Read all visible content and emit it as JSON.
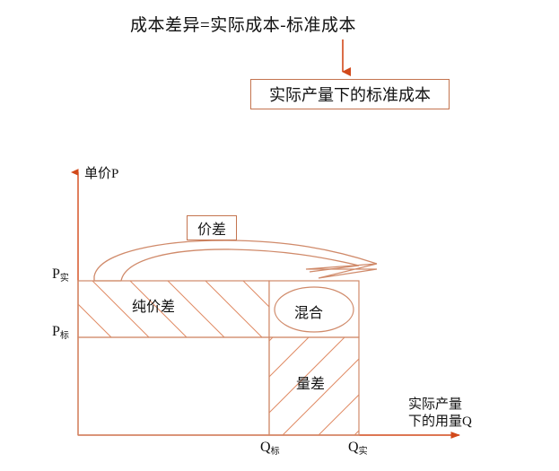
{
  "title": {
    "formula": "成本差异=实际成本-标准成本"
  },
  "standard_cost_box": {
    "label": "实际产量下的标准成本"
  },
  "callouts": {
    "price_variance": "价差"
  },
  "axes": {
    "y_label": "单价P",
    "x_label_line1": "实际产量",
    "x_label_line2": "下的用量Q",
    "y_ticks": [
      {
        "base": "P",
        "sub": "实"
      },
      {
        "base": "P",
        "sub": "标"
      }
    ],
    "x_ticks": [
      {
        "base": "Q",
        "sub": "标"
      },
      {
        "base": "Q",
        "sub": "实"
      }
    ]
  },
  "regions": {
    "pure_price_variance": "纯价差",
    "mixed": "混合",
    "quantity_variance": "量差"
  },
  "colors": {
    "arrow": "#d2491a",
    "line": "#d08a6a",
    "box_border": "#c4744f",
    "hatch": "#e08a63",
    "text": "#111111",
    "background": "#ffffff"
  },
  "chart_data": {
    "type": "diagram",
    "title": "成本差异=实际成本-标准成本",
    "xlabel": "实际产量下的用量Q",
    "ylabel": "单价P",
    "x_ticks": [
      "Q标",
      "Q实"
    ],
    "y_ticks": [
      "P标",
      "P实"
    ],
    "areas": [
      {
        "name": "纯价差",
        "x_range": [
          "0",
          "Q标"
        ],
        "y_range": [
          "P标",
          "P实"
        ],
        "hatch": "backslash"
      },
      {
        "name": "混合",
        "x_range": [
          "Q标",
          "Q实"
        ],
        "y_range": [
          "P标",
          "P实"
        ],
        "hatch": "none"
      },
      {
        "name": "量差",
        "x_range": [
          "Q标",
          "Q实"
        ],
        "y_range": [
          "0",
          "P标"
        ],
        "hatch": "slash"
      }
    ],
    "annotations": [
      "价差",
      "实际产量下的标准成本"
    ],
    "grid": false,
    "legend": "none"
  }
}
